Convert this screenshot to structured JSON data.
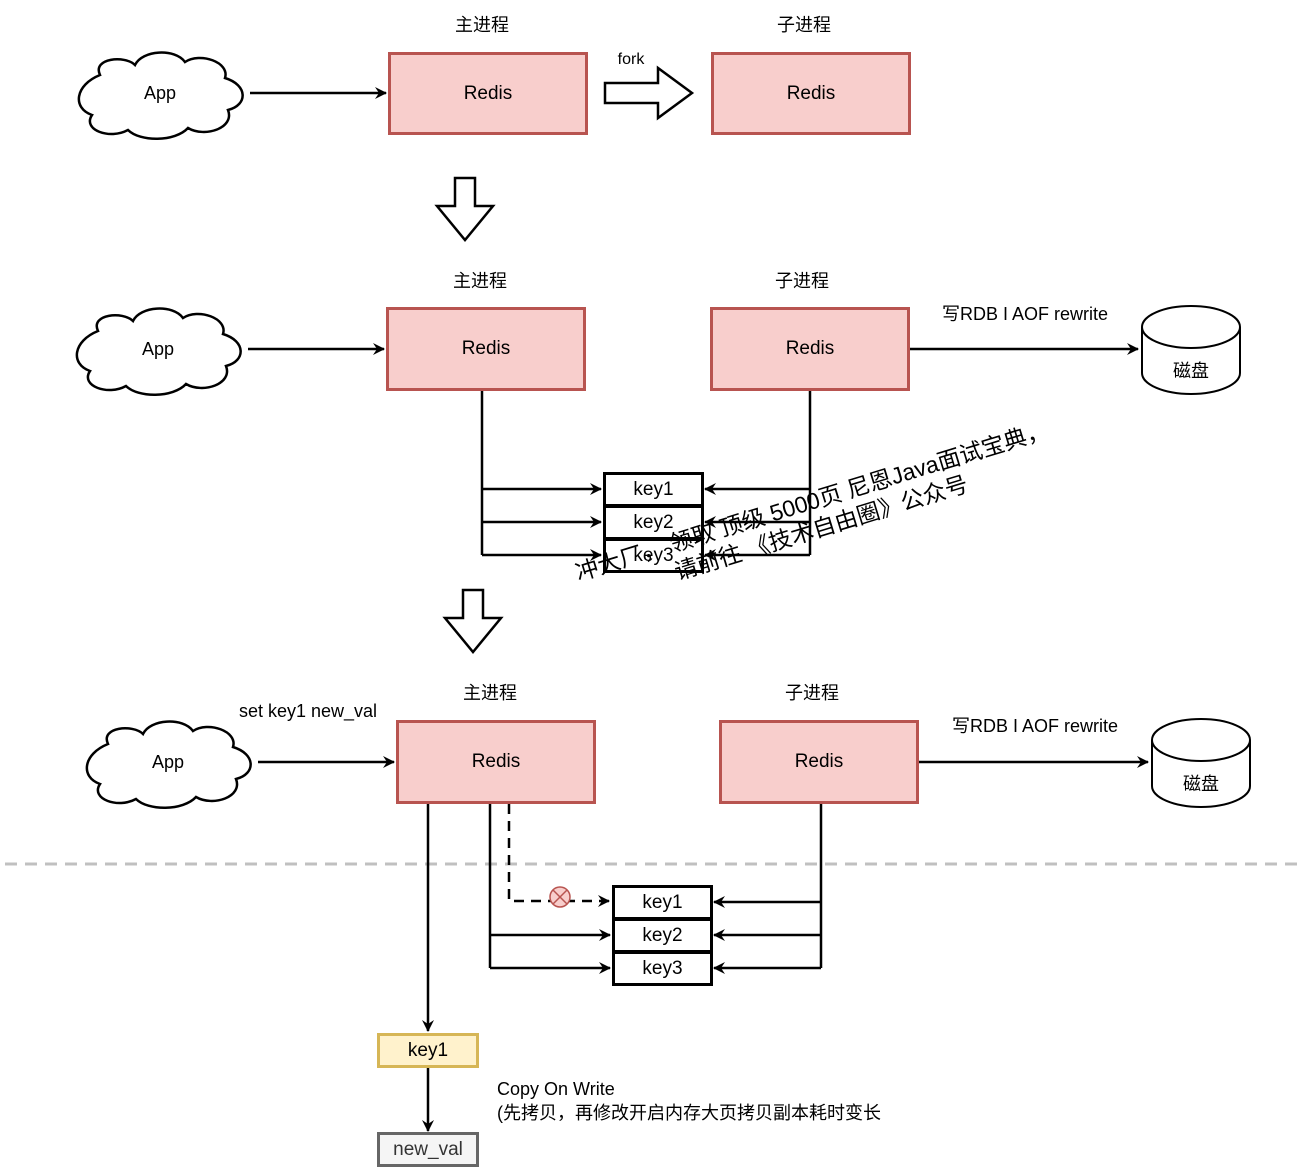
{
  "colors": {
    "redis_fill": "#f8cecc",
    "redis_stroke": "#b85450",
    "copy_fill": "#fff2cc",
    "copy_stroke": "#d6b656",
    "newval_fill": "#f5f5f5",
    "newval_stroke": "#666666",
    "separator": "#c0c0c0"
  },
  "stage1": {
    "app_label": "App",
    "main_title": "主进程",
    "main_box": "Redis",
    "fork_label": "fork",
    "child_title": "子进程",
    "child_box": "Redis"
  },
  "stage2": {
    "app_label": "App",
    "main_title": "主进程",
    "main_box": "Redis",
    "child_title": "子进程",
    "child_box": "Redis",
    "write_label": "写RDB I AOF rewrite",
    "disk_label": "磁盘",
    "keys": [
      "key1",
      "key2",
      "key3"
    ]
  },
  "watermark": {
    "line1": "冲大厂，  领取 顶级  5000页 尼恩Java面试宝典，",
    "line2": "请前往 《技术自由圈》公众号"
  },
  "stage3": {
    "app_label": "App",
    "command_label": "set key1 new_val",
    "main_title": "主进程",
    "main_box": "Redis",
    "child_title": "子进程",
    "child_box": "Redis",
    "write_label": "写RDB I AOF rewrite",
    "disk_label": "磁盘",
    "keys": [
      "key1",
      "key2",
      "key3"
    ],
    "copied_key": "key1",
    "new_value": "new_val",
    "cow_title": "Copy On Write",
    "cow_note": "(先拷贝，再修改开启内存大页拷贝副本耗时变长"
  }
}
